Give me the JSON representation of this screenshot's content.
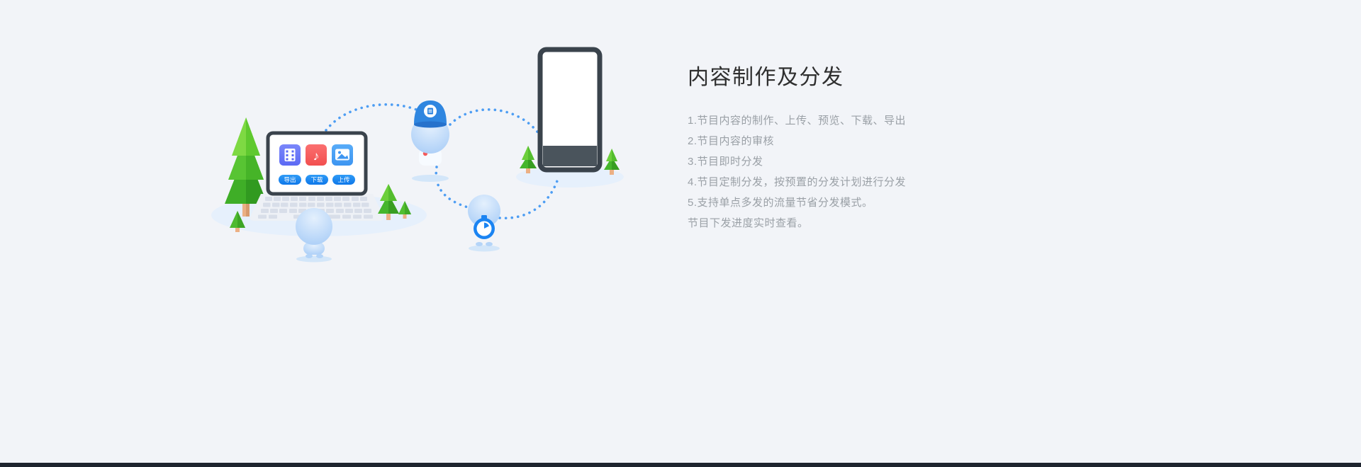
{
  "page": {
    "background": "#f2f4f8",
    "footer_bar_color": "#1e242e"
  },
  "hero": {
    "title": "内容制作及分发",
    "features": [
      "1.节目内容的制作、上传、预览、下载、导出",
      "2.节目内容的审核",
      "3.节目即时分发",
      "4.节目定制分发，按预置的分发计划进行分发",
      "5.支持单点多发的流量节省分发模式。",
      "节目下发进度实时查看。"
    ]
  },
  "illustration": {
    "laptop": {
      "buttons": [
        {
          "label": "导出"
        },
        {
          "label": "下载"
        },
        {
          "label": "上传"
        }
      ],
      "icons": [
        {
          "name": "video-icon"
        },
        {
          "name": "music-icon",
          "glyph": "♪"
        },
        {
          "name": "image-icon"
        }
      ]
    },
    "colors": {
      "accent_blue": "#1b84f2",
      "dotted_line_blue": "#4d9df3",
      "character_blue": "#b9d7f9",
      "tree_green": "#58c433",
      "screen_frame": "#3a434c",
      "ground_shadow": "#e6f0fc"
    }
  }
}
